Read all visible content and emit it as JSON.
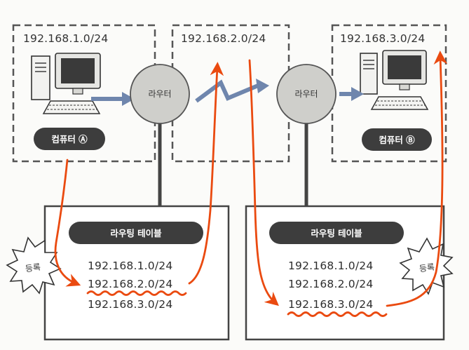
{
  "networks": [
    {
      "label": "192.168.1.0/24"
    },
    {
      "label": "192.168.2.0/24"
    },
    {
      "label": "192.168.3.0/24"
    }
  ],
  "computers": [
    {
      "label": "컴퓨터 Ⓐ"
    },
    {
      "label": "컴퓨터 Ⓑ"
    }
  ],
  "routers": [
    {
      "label": "라우터"
    },
    {
      "label": "라우터"
    }
  ],
  "tables": [
    {
      "title": "라우팅 테이블",
      "entries": [
        "192.168.1.0/24",
        "192.168.2.0/24",
        "192.168.3.0/24"
      ],
      "highlighted_index": 1
    },
    {
      "title": "라우팅 테이블",
      "entries": [
        "192.168.1.0/24",
        "192.168.2.0/24",
        "192.168.3.0/24"
      ],
      "highlighted_index": 2
    }
  ],
  "bursts": [
    {
      "label": "등록"
    },
    {
      "label": "등록"
    }
  ],
  "colors": {
    "arrow_blue": "#6f86ad",
    "trace_orange": "#ea4a10",
    "pill_dark": "#3d3d3d",
    "router_gray": "#cfcfcb",
    "dashed_border": "#555555"
  }
}
